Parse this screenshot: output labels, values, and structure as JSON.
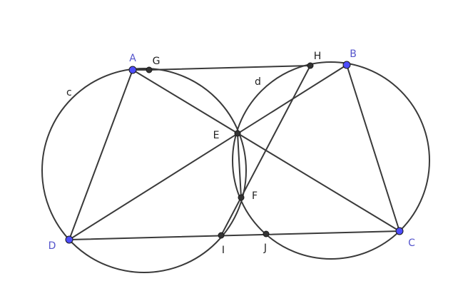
{
  "colors": {
    "stroke": "#3a3a3a",
    "free_point": "#4d4dff",
    "free_label": "#5555cc",
    "dependent_point": "#333333",
    "dependent_label": "#222222"
  },
  "points": [
    {
      "id": "A",
      "label": "A",
      "kind": "free"
    },
    {
      "id": "B",
      "label": "B",
      "kind": "free"
    },
    {
      "id": "C",
      "label": "C",
      "kind": "free"
    },
    {
      "id": "D",
      "label": "D",
      "kind": "free"
    },
    {
      "id": "E",
      "label": "E",
      "kind": "dependent"
    },
    {
      "id": "F",
      "label": "F",
      "kind": "dependent"
    },
    {
      "id": "G",
      "label": "G",
      "kind": "dependent"
    },
    {
      "id": "H",
      "label": "H",
      "kind": "dependent"
    },
    {
      "id": "I",
      "label": "I",
      "kind": "dependent"
    },
    {
      "id": "J",
      "label": "J",
      "kind": "dependent"
    }
  ],
  "circles": [
    {
      "id": "c",
      "label": "c"
    },
    {
      "id": "d",
      "label": "d"
    }
  ],
  "segments": [
    [
      "A",
      "D"
    ],
    [
      "A",
      "C"
    ],
    [
      "D",
      "B"
    ],
    [
      "B",
      "C"
    ],
    [
      "D",
      "C"
    ],
    [
      "G",
      "H"
    ],
    [
      "A",
      "G"
    ],
    [
      "H",
      "I"
    ],
    [
      "E",
      "F"
    ]
  ]
}
